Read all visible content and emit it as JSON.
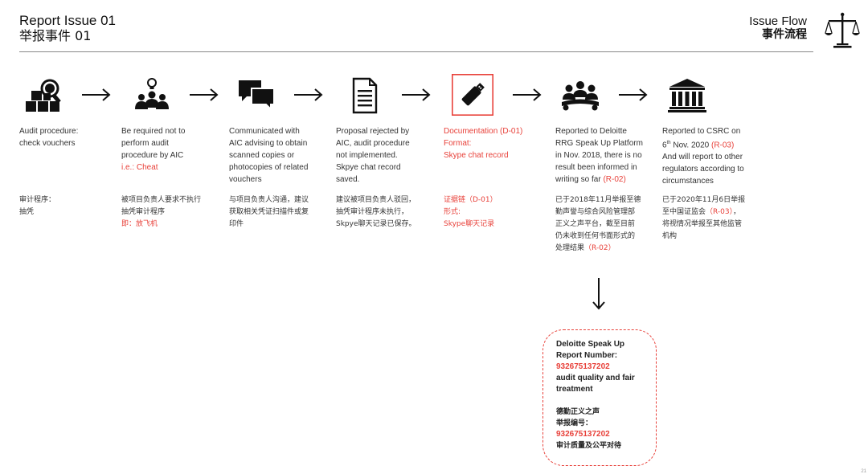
{
  "header": {
    "title_en": "Report Issue 01",
    "title_cn": "举报事件 01",
    "flow_en": "Issue Flow",
    "flow_cn": "事件流程"
  },
  "icons": [
    "audit-blocks-icon",
    "team-idea-icon",
    "chat-bubbles-icon",
    "document-icon",
    "usb-drive-icon",
    "meeting-group-icon",
    "institution-building-icon",
    "scales-of-justice-icon"
  ],
  "colors": {
    "accent": "#e8413a",
    "text": "#333333"
  },
  "steps": [
    {
      "en": [
        "Audit procedure:",
        "check vouchers"
      ],
      "cn": [
        "审计程序：",
        "抽凭"
      ]
    },
    {
      "en": [
        "Be required not to",
        "perform audit",
        "procedure by AIC"
      ],
      "en_red": "i.e.: Cheat",
      "cn": [
        "被项目负责人要求不执行",
        "抽凭审计程序"
      ],
      "cn_red": "即：放飞机"
    },
    {
      "en": [
        "Communicated with",
        "AIC advising to obtain",
        "scanned copies or",
        "photocopies of related",
        "vouchers"
      ],
      "cn": [
        "与项目负责人沟通，建议",
        "获取相关凭证扫描件或复",
        "印件"
      ]
    },
    {
      "en": [
        "Proposal rejected by",
        "AIC, audit procedure",
        "not implemented.",
        "Skpye chat record",
        "saved."
      ],
      "cn": [
        "建议被项目负责人驳回，",
        "抽凭审计程序未执行，",
        "Skpye聊天记录已保存。"
      ]
    },
    {
      "en_red_lines": [
        "Documentation (D-01)",
        "Format:",
        "Skype chat record"
      ],
      "cn_red_lines": [
        "证据链（D-01）",
        "形式:",
        "Skype聊天记录"
      ]
    },
    {
      "en": [
        "Reported to Deloitte",
        "RRG Speak Up Platform",
        "in Nov. 2018, there is no",
        "result been informed in"
      ],
      "en_last": "writing so far ",
      "en_ref": "(R-02)",
      "cn": [
        "已于2018年11月举报至德",
        "勤声誉与综合风险管理部",
        "正义之声平台，截至目前",
        "仍未收到任何书面形式的"
      ],
      "cn_last": "处理结果",
      "cn_ref": "（R-02）"
    },
    {
      "en_first": "Reported to CSRC on",
      "en_date_day": "6",
      "en_date_sup": "th",
      "en_date_rest": " Nov. 2020 ",
      "en_ref": "(R-03)",
      "en": [
        "And will report to other",
        "regulators according to",
        "circumstances"
      ],
      "cn_first": "已于2020年11月6日举报",
      "cn_second": "至中国证监会",
      "cn_ref": "（R-03）",
      "cn_second_tail": "，",
      "cn": [
        "将视情况举报至其他监管",
        "机构"
      ]
    }
  ],
  "callout": {
    "l1": "Deloitte Speak Up",
    "l2": "Report Number:",
    "num": "932675137202",
    "l3": "audit quality and fair",
    "l4": "treatment",
    "c1": "德勤正义之声",
    "c2": "举报编号：",
    "cnum": "932675137202",
    "c3": "审计质量及公平对待"
  },
  "page_number": "21"
}
